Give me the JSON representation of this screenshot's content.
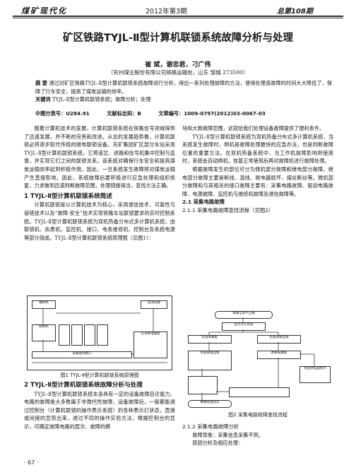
{
  "header": {
    "journal": "煤矿现代化",
    "issue": "2012年第3期",
    "total_issue": "总第108期"
  },
  "title": "矿区铁路TYJL-Ⅱ型计算机联锁系统故障分析与处理",
  "authors": "崔 斌，谢忠君，刁广伟",
  "affiliation": "（兖州煤业股份有限公司铁路运输处，山东 邹城 273500）",
  "abstract": {
    "label": "摘 要",
    "text": "通过对矿区铁路TYJL-Ⅱ型计算机联锁系统故障进行分析，得出一系列处理故障的方法，使得处理该故障的时间大大降低了，保障了行车安全，提高了煤炭运输的效率。"
  },
  "keywords": {
    "label": "关键词",
    "text": "TYJL-Ⅱ型计算机联锁系统；故障分析；处理"
  },
  "meta": {
    "clc": "中图分类号：U284.91",
    "doc_code": "文献标志码：B",
    "article_no": "文章编号：1009-0797(2012)03-0067-03"
  },
  "left_col": {
    "intro": "随着计算机技术的发展，计算机联锁系统在铁路信号领域得到了迅速发展，并不断的完善和改进。从总的发展趋势看，计算机联锁必将逐步取代传统的继电联锁设备。兖矿集团矿区部分车站采用TYJL-Ⅱ型计算机联锁系统，它将道岔、进路和信号机集中控制与监督，并实现它们之间的联锁关系。该系统对确保行车安全和提高煤炭运输效率起到积极作用。因此，一旦系统发生故障将对煤炭运输产生直接影响。因此，系统故障后要积极进行应急处理和组织修复，力求做到迅速判断故障范围，处理措施得当，查找方法正确。",
    "sec1_title": "1 TYJL-Ⅱ型计算机联锁系统简述",
    "sec1_text": "计算机联锁是以计算机技术为核心，采用通信技术、可靠性与容错技术以及“故障-安全”技术实现铁路车站联锁要求的实时控制系统。TYJL-Ⅱ型计算机联锁系统为双机热备分布式多计算机系统，由联锁机、执表机、监控机、接口、电务维修机、控制台及系统电源等部分组成。TYJL-Ⅱ型计算机联锁系统原理图（见图1）：",
    "fig1_caption": "图1 TYJL-Ⅱ型计算机联锁系统原理图",
    "sec2_title": "2 TYJL-Ⅱ型计算机联锁系统故障分析与处理",
    "sec2_text": "TYJL-Ⅱ型计算机联锁系统本身具有一定的设备故障自诊能力，电路的故障绝大多数属于非微代性故障，设备故障后，一般都能通过控制台（计算机联锁的操作表示系统）的各种表示灯状态，直接或间接的显现出来，通过不同的操作实验方法，根据控制台的显示，可确定故障电路的层次、故障的模"
  },
  "right_col": {
    "cont": "块和大致故障范围，这就给我们处理设备故障提供了便利条件。",
    "para1": "TYJL-Ⅱ型计算机联锁系统为双机热备分布式多计算机系统，当系统发生故障时，倒机是故障处理最快的应急办法，也是判断故障位置的重要方法。在双机热备系统中，当工作机故障影响到使用时，系统会自动倒机，恢复正常使用后再对故障机进行故障处理。",
    "para2": "根据故障发生的部位可分为微机部分故障和继电部分故障。继电部分故障主要是断线、混线、继电器损坏、熔丝断丝等。微机部分故障和与其相关的接口故障主要有：采集电路故障、驱动电路故障、电源故障、监控机与维修机故障及通信故障等。",
    "sec21_title": "2.1 采集电路故障",
    "sec211_title": "2.1.1 采集电路故障查找流程（见图2）",
    "fig2_caption": "图2 采集电路故障查找流程",
    "sec212_title": "2.1.2 采集电路故障分析",
    "sec212_l1": "故障现象：采集信息采集不到。",
    "sec212_l2": "原因分析及相应处理："
  },
  "fig1_labels": {
    "top_left": "维修机",
    "top_right": "监测设备",
    "mid_left": "联锁机",
    "bottom_bus": "采集驱动接口",
    "relay": "信号继电器组"
  },
  "fig2_labels": {
    "start": "采集信息不正确",
    "decision": "是否存在错误",
    "box1": "检查采集板",
    "box2": "检查采集电源",
    "box3": "检查采集回线",
    "box4": "更换采集板",
    "box5": "检查继电器接点",
    "end": "故障处理完毕"
  },
  "page_number": "· 67 ·"
}
